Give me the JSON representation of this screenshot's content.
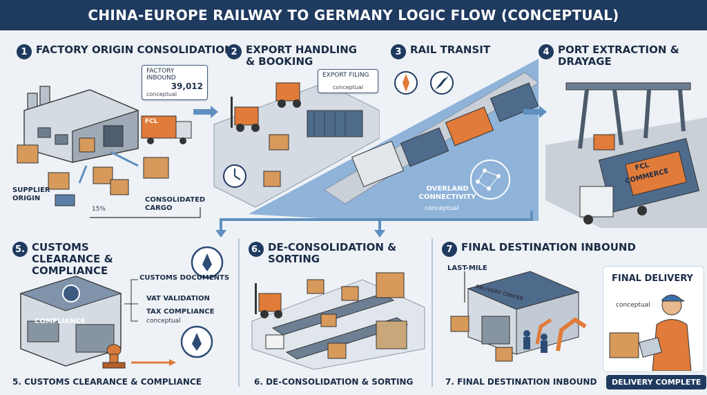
{
  "header": {
    "title": "CHINA-EUROPE RAILWAY TO GERMANY LOGIC FLOW (CONCEPTUAL)"
  },
  "steps": [
    {
      "num": "1",
      "title": "FACTORY ORIGIN CONSOLIDATION",
      "tag_title": "FACTORY INBOUND",
      "tag_value": "39,012",
      "tag_sub": "conceptual",
      "supplier_label": "SUPPLIER ORIGIN",
      "percent": "15%",
      "consolidated_label": "CONSOLIDATED CARGO",
      "truck_text": "FCL"
    },
    {
      "num": "2",
      "title": "EXPORT HANDLING & BOOKING",
      "tag_title": "EXPORT FILING",
      "tag_sub": "conceptual"
    },
    {
      "num": "3",
      "title": "RAIL TRANSIT",
      "overland_label": "OVERLAND CONNECTIVITY",
      "overland_sub": "conceptual"
    },
    {
      "num": "4",
      "title": "PORT EXTRACTION & DRAYAGE",
      "container_text_1": "FCL",
      "container_text_2": "COMMERCE"
    },
    {
      "num": "5.",
      "title": "CUSTOMS CLEARANCE & COMPLIANCE",
      "checklist": [
        "CUSTOMS DOCUMENTS",
        "VAT VALIDATION",
        "TAX COMPLIANCE"
      ],
      "checklist_sub": "conceptual",
      "building_sign": "COMPLIANCE",
      "caption": "5. CUSTOMS CLEARANCE & COMPLIANCE"
    },
    {
      "num": "6.",
      "title": "DE-CONSOLIDATION & SORTING",
      "caption": "6. DE-CONSOLIDATION & SORTING"
    },
    {
      "num": "7",
      "title": "FINAL DESTINATION INBOUND",
      "last_mile_label": "LAST-MILE",
      "center_sign": "DELIVERY CENTER",
      "caption": "7. FINAL DESTINATION INBOUND"
    }
  ],
  "final": {
    "title": "FINAL DELIVERY",
    "sub": "conceptual",
    "status": "DELIVERY COMPLETE"
  },
  "colors": {
    "navy": "#1f3a5f",
    "orange": "#e07b39",
    "blue": "#5f8fbf",
    "water": "#8fb4d8"
  }
}
